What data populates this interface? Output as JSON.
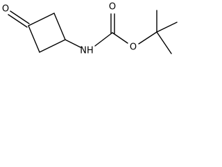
{
  "molecule": {
    "atoms": {
      "ketone_oxygen": "O",
      "amine_nitrogen": "NH",
      "carbonyl_oxygen": "O",
      "ester_oxygen": "O"
    }
  }
}
